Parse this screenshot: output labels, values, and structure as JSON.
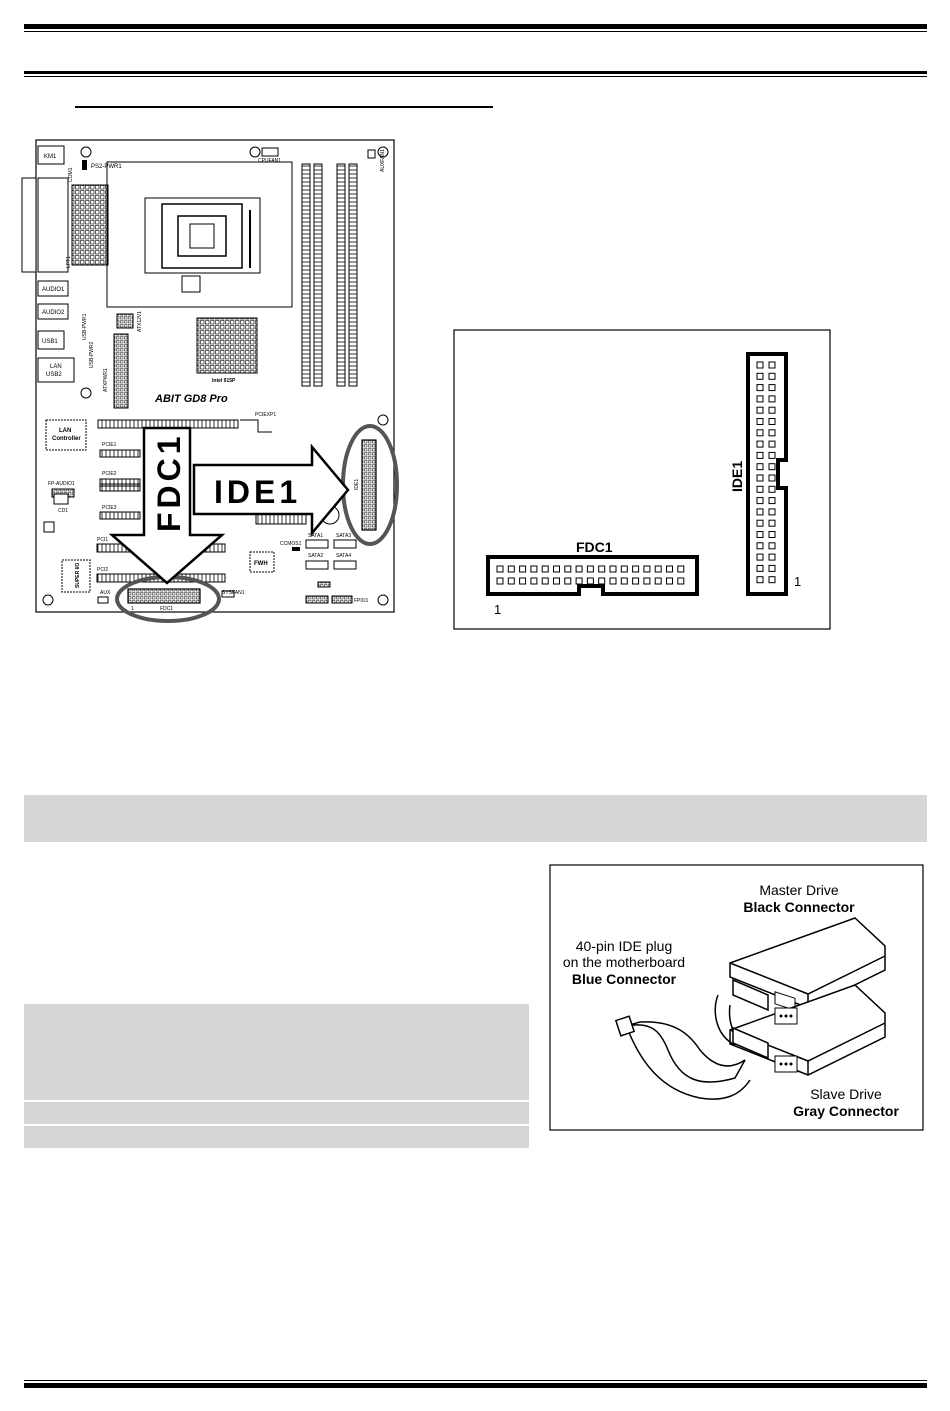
{
  "board": {
    "labels": {
      "km1": "KM1",
      "ps2_pwr1": "PS2-PWR1",
      "cpufan1": "CPUFAN1",
      "auxfan1": "AUXFAN1",
      "com1": "COM1",
      "lpt1": "LPT1",
      "audio1": "AUDIO1",
      "audio2": "AUDIO2",
      "usb1": "USB1",
      "usb_pwr1": "USB-PWR1",
      "usb_pwr2": "USB-PWR2",
      "lan_usb2": [
        "LAN",
        "USB2"
      ],
      "atx12v1": "ATX12V1",
      "atxpwr1": "ATXPWR1",
      "intel915p": "Intel 915P",
      "brand": "ABIT GD8 Pro",
      "pciexp1": "PCIEXP1",
      "lan_controller": [
        "LAN",
        "Controller"
      ],
      "pcie1": "PCIE1",
      "pcie2": "PCIE2",
      "pcie3": "PCIE3",
      "fp_audio1": "FP-AUDIO1",
      "cd1": "CD1",
      "pci1": "PCI1",
      "pci2": "PCI2",
      "super_io": "SUPER I/O",
      "fwh": "FWH",
      "ccmos1": "CCMOS1",
      "sata1": "SATA1",
      "sata2": "SATA2",
      "sata3": "SATA3",
      "sata4": "SATA4",
      "aux": "AUX",
      "fdc1_small": "FDC1",
      "sysfan1": "SYSFAN1",
      "fpio1": "FPIO1",
      "ide1_small": "IDE1",
      "pin1": "1"
    },
    "arrow_fdc1": "FDC1",
    "arrow_ide1": "IDE1"
  },
  "pinout": {
    "ide_label": "IDE1",
    "fdc_label": "FDC1",
    "ide_pin1": "1",
    "fdc_pin1": "1"
  },
  "cable": {
    "plug_line1": "40-pin IDE plug",
    "plug_line2": "on the motherboard",
    "plug_line3": "Blue Connector",
    "master_line1": "Master Drive",
    "master_line2": "Black Connector",
    "slave_line1": "Slave Drive",
    "slave_line2": "Gray Connector"
  }
}
